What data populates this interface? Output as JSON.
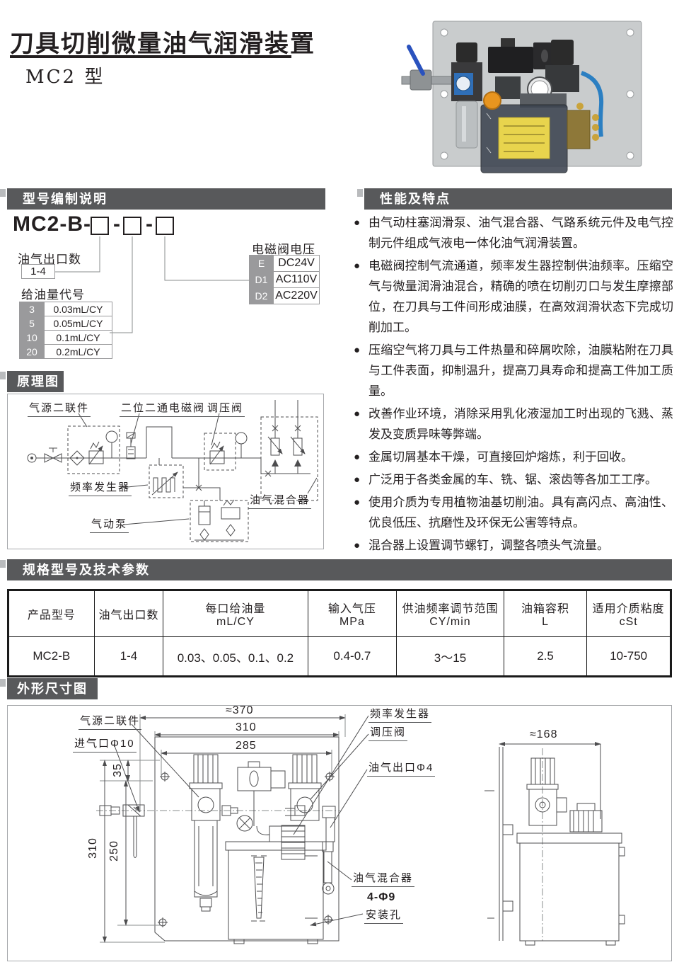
{
  "header": {
    "title": "刀具切削微量油气润滑装置",
    "subtitle": "MC2 型"
  },
  "colors": {
    "section_bar": "#58595b",
    "code_cell_bg": "#9a9a9c",
    "text": "#231f20"
  },
  "model": {
    "title": "型号编制说明",
    "code_prefix": "MC2-B-",
    "code_separator": "-",
    "outlets_label": "油气出口数",
    "outlets_value": "1-4",
    "oil_label": "给油量代号",
    "oil_rows": [
      {
        "code": "3",
        "value": "0.03mL/CY"
      },
      {
        "code": "5",
        "value": "0.05mL/CY"
      },
      {
        "code": "10",
        "value": "0.1mL/CY"
      },
      {
        "code": "20",
        "value": "0.2mL/CY"
      }
    ],
    "voltage_label": "电磁阀电压",
    "voltage_rows": [
      {
        "code": "E",
        "value": "DC24V"
      },
      {
        "code": "D1",
        "value": "AC110V"
      },
      {
        "code": "D2",
        "value": "AC220V"
      }
    ]
  },
  "features": {
    "title": "性能及特点",
    "items": [
      "由气动柱塞润滑泵、油气混合器、气路系统元件及电气控制元件组成气液电一体化油气润滑装置。",
      "电磁阀控制气流通道，频率发生器控制供油频率。压缩空气与微量润滑油混合，精确的喷在切削刃口与发生摩擦部位，在刀具与工件间形成油膜，在高效润滑状态下完成切削加工。",
      "压缩空气将刀具与工件热量和碎屑吹除，油膜粘附在刀具与工件表面，抑制温升，提高刀具寿命和提高工件加工质量。",
      "改善作业环境，消除采用乳化液湿加工时出现的飞溅、蒸发及变质异味等弊端。",
      "金属切屑基本干燥，可直接回炉熔炼，利于回收。",
      "广泛用于各类金属的车、铣、锯、滚齿等各加工工序。",
      "使用介质为专用植物油基切削油。具有高闪点、高油性、优良低压、抗磨性及环保无公害等特点。",
      "混合器上设置调节螺钉，调整各喷头气流量。"
    ]
  },
  "schematic": {
    "title": "原理图",
    "labels": {
      "frl": "气源二联件",
      "solenoid": "二位二通电磁阀",
      "regulator": "调压阀",
      "frequency": "频率发生器",
      "pump": "气动泵",
      "mixer": "油气混合器"
    }
  },
  "specs": {
    "title": "规格型号及技术参数",
    "columns": [
      {
        "name": "产品型号",
        "unit": ""
      },
      {
        "name": "油气出口数",
        "unit": ""
      },
      {
        "name": "每口给油量",
        "unit": "mL/CY"
      },
      {
        "name": "输入气压",
        "unit": "MPa"
      },
      {
        "name": "供油频率调节范围",
        "unit": "CY/min"
      },
      {
        "name": "油箱容积",
        "unit": "L"
      },
      {
        "name": "适用介质粘度",
        "unit": "cSt"
      }
    ],
    "rows": [
      [
        "MC2-B",
        "1-4",
        "0.03、0.05、0.1、0.2",
        "0.4-0.7",
        "3～15",
        "2.5",
        "10-750"
      ]
    ]
  },
  "dimensions": {
    "title": "外形尺寸图",
    "labels": {
      "frl": "气源二联件",
      "inlet": "进气口Φ10",
      "frequency": "频率发生器",
      "regulator": "调压阀",
      "outlet": "油气出口Φ4",
      "mixer": "油气混合器",
      "mount_qty": "4-Φ9",
      "mount_hole": "安装孔"
    },
    "dims": {
      "w_total": "≈370",
      "w_310": "310",
      "w_285": "285",
      "h_35": "35",
      "h_310": "310",
      "h_250": "250",
      "side_w": "≈168"
    }
  }
}
